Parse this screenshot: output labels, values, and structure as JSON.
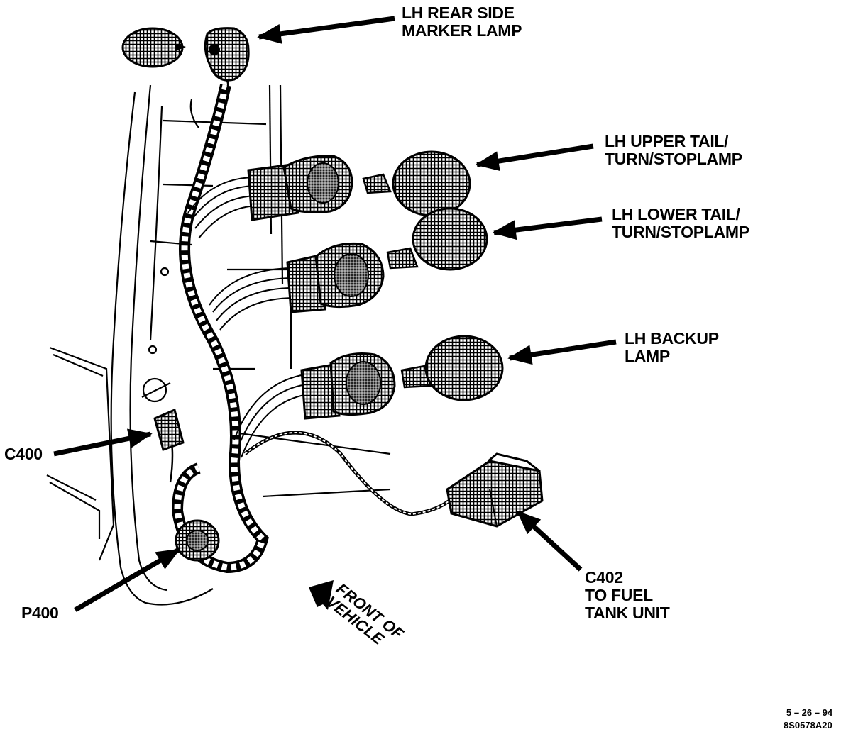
{
  "callouts": {
    "rear_side_marker": [
      "LH REAR SIDE",
      "MARKER LAMP"
    ],
    "upper_tail": [
      "LH UPPER TAIL/",
      "TURN/STOPLAMP"
    ],
    "lower_tail": [
      "LH LOWER TAIL/",
      "TURN/STOPLAMP"
    ],
    "backup": [
      "LH BACKUP",
      "LAMP"
    ],
    "c400": "C400",
    "p400": "P400",
    "c402": [
      "C402",
      "TO FUEL",
      "TANK UNIT"
    ],
    "front_of_vehicle": [
      "FRONT OF",
      "VEHICLE"
    ]
  },
  "footer": {
    "date": "5 – 26 – 94",
    "figure_id": "8S0578A20"
  }
}
